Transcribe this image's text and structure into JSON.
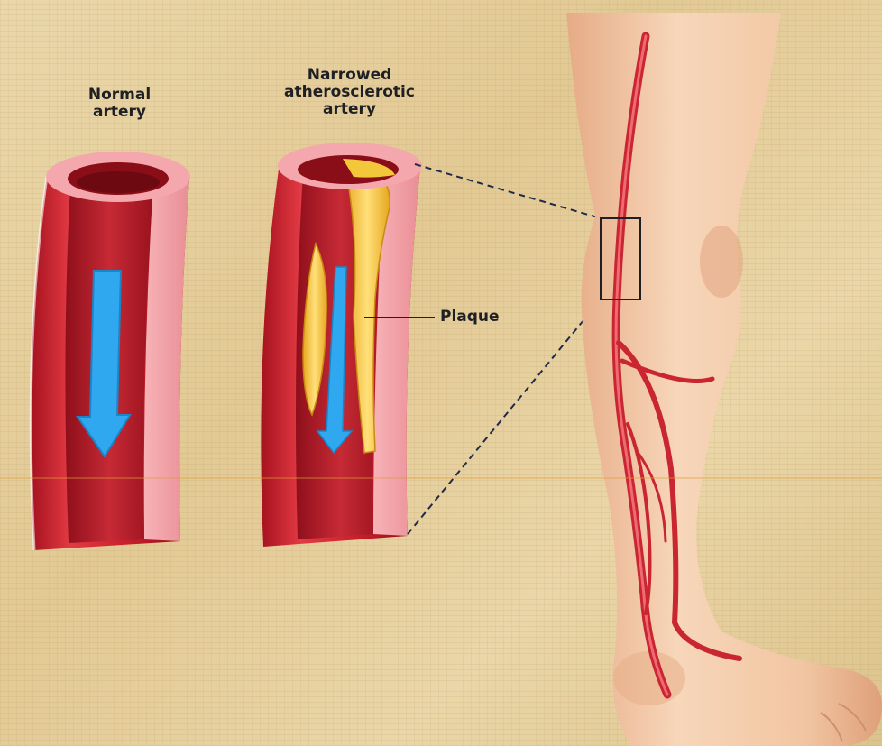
{
  "labels": {
    "normal_artery": "Normal\nartery",
    "narrowed_artery": "Narrowed\natherosclerotic\nartery",
    "plaque": "Plaque"
  },
  "colors": {
    "artery_outer": "#cf2a35",
    "artery_wall": "#ef9aa0",
    "artery_lumen": "#b81b28",
    "plaque": "#f3c73a",
    "blood_flow_arrow": "#2fa8ef",
    "skin": "#f2c7a4",
    "background": "#e6d1a0"
  }
}
